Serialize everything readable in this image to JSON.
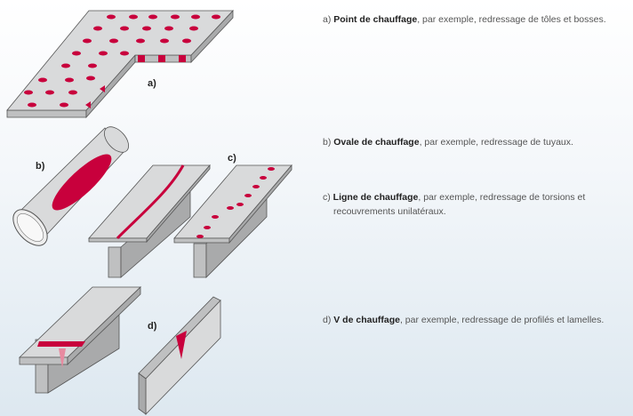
{
  "figure_labels": {
    "a": "a)",
    "b": "b)",
    "c": "c)",
    "d": "d)"
  },
  "captions": [
    {
      "prefix": "a)",
      "term": "Point de chauffage",
      "rest": ", par exemple, redressage de tôles et bosses."
    },
    {
      "prefix": "b)",
      "term": "Ovale de chauffage",
      "rest": ", par exemple, redressage de tuyaux."
    },
    {
      "prefix": "c)",
      "term": "Ligne de chauffage",
      "rest": ", par exemple, redressage de torsions et",
      "rest2": "recouvrements unilatéraux."
    },
    {
      "prefix": "d)",
      "term": "V de chauffage",
      "rest": ", par exemple, redressage de profilés et lamelles."
    }
  ],
  "colors": {
    "heat": "#c8003c",
    "metal": "#d9dadb",
    "edge": "#555555"
  }
}
